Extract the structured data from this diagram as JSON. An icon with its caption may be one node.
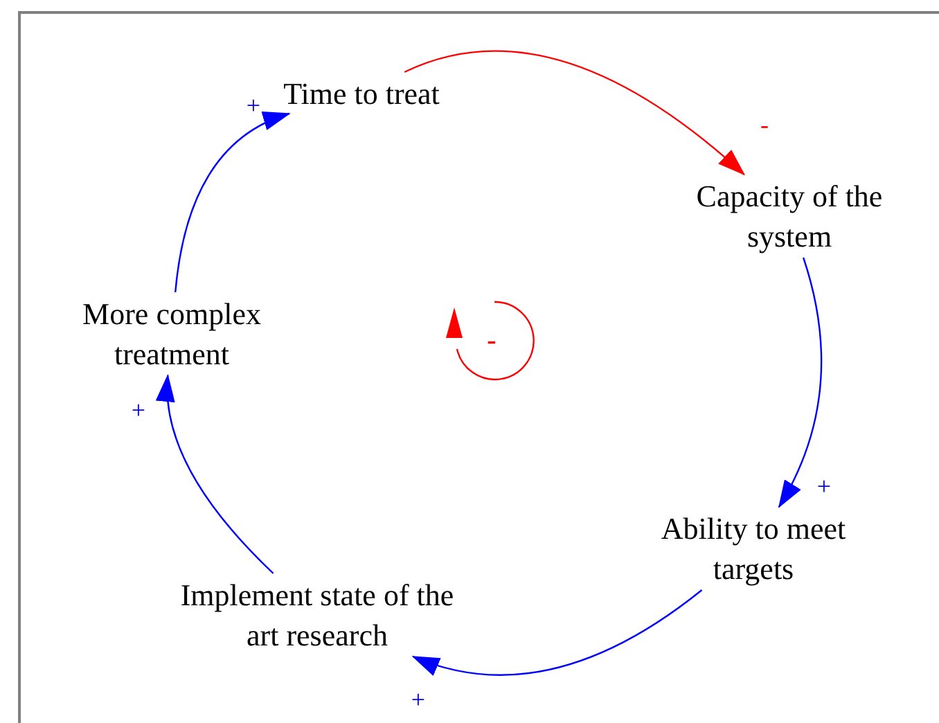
{
  "diagram": {
    "nodes": [
      {
        "text": [
          "Time to treat"
        ]
      },
      {
        "text": [
          "Capacity of the system"
        ]
      },
      {
        "text": [
          "More complex treatment"
        ]
      },
      {
        "text": [
          "Ability to meet targets"
        ]
      },
      {
        "text": [
          "Implement state of the art research"
        ]
      }
    ],
    "edges": [
      {
        "from": 0,
        "to": 1,
        "arrow": "to",
        "label": "-",
        "color": "#ff0000"
      },
      {
        "from": 1,
        "to": 3,
        "arrow": "to",
        "label": "+"
      },
      {
        "from": 3,
        "to": 4,
        "arrow": "to",
        "label": "+"
      },
      {
        "from": 4,
        "to": 2,
        "arrow": "to",
        "label": "+"
      },
      {
        "from": 2,
        "to": 0,
        "arrow": "to",
        "label": "+"
      }
    ],
    "labels": [
      "-"
    ]
  }
}
